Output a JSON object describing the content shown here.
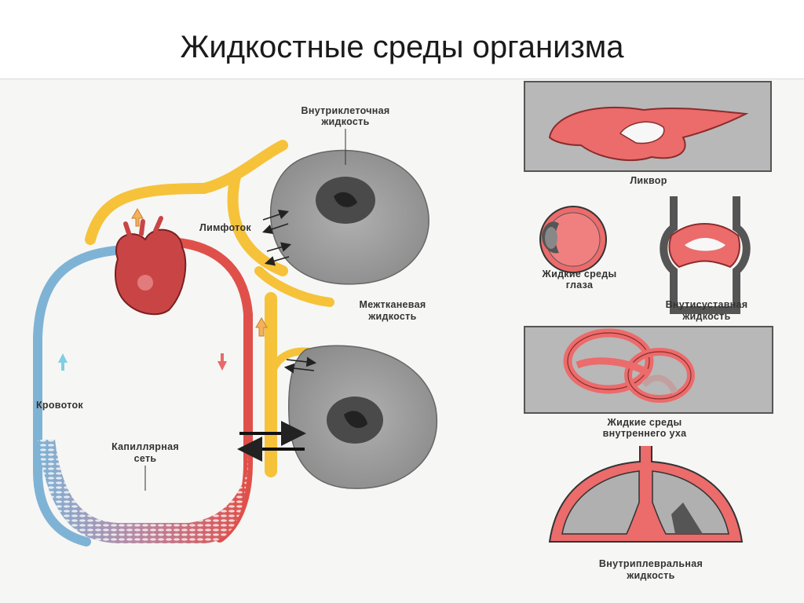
{
  "slide": {
    "title": "Жидкостные среды организма"
  },
  "labels": {
    "intracellular_1": "Внутриклеточная",
    "intracellular_2": "жидкость",
    "lymph_flow": "Лимфоток",
    "interstitial_1": "Межтканевая",
    "interstitial_2": "жидкость",
    "blood_flow": "Кровоток",
    "capillary_1": "Капиллярная",
    "capillary_2": "сеть",
    "liquor": "Ликвор",
    "eye_1": "Жидкие среды",
    "eye_2": "глаза",
    "joint_1": "Внутисуставная",
    "joint_2": "жидкость",
    "ear_1": "Жидкие среды",
    "ear_2": "внутреннего уха",
    "pleural_1": "Внутриплевральная",
    "pleural_2": "жидкость"
  },
  "colors": {
    "lymph": "#f5c23a",
    "artery": "#e0504a",
    "vein": "#7fb3d5",
    "cell": "#9a9a9a",
    "nucleus": "#4a4a4a",
    "organ_fill": "#ec6b6b",
    "panel_bg": "#b8b8b8"
  }
}
